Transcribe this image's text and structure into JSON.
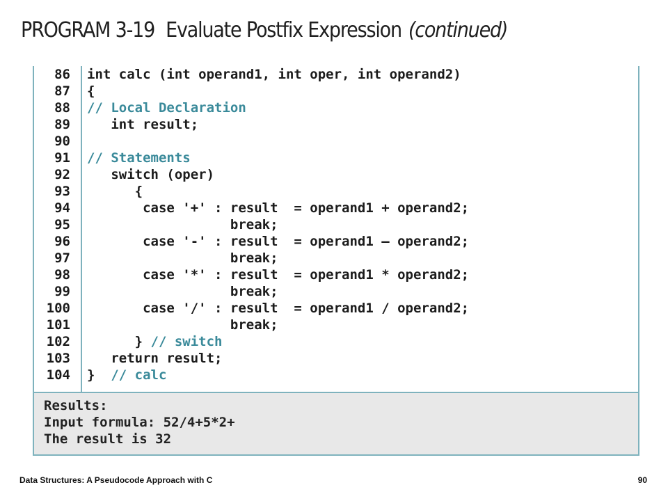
{
  "header": {
    "label": "PROGRAM 3-19",
    "title": "Evaluate Postfix Expression",
    "continued": "(continued)"
  },
  "code_lines": [
    {
      "num": "86",
      "code": "int calc (int operand1, int oper, int operand2)",
      "comment": ""
    },
    {
      "num": "87",
      "code": "{",
      "comment": ""
    },
    {
      "num": "88",
      "code": "",
      "comment": "// Local Declaration"
    },
    {
      "num": "89",
      "code": "   int result;",
      "comment": ""
    },
    {
      "num": "90",
      "code": "",
      "comment": ""
    },
    {
      "num": "91",
      "code": "",
      "comment": "// Statements"
    },
    {
      "num": "92",
      "code": "   switch (oper)",
      "comment": ""
    },
    {
      "num": "93",
      "code": "      {",
      "comment": ""
    },
    {
      "num": "94",
      "code": "       case '+' : result  = operand1 + operand2;",
      "comment": ""
    },
    {
      "num": "95",
      "code": "                  break;",
      "comment": ""
    },
    {
      "num": "96",
      "code": "       case '-' : result  = operand1 – operand2;",
      "comment": ""
    },
    {
      "num": "97",
      "code": "                  break;",
      "comment": ""
    },
    {
      "num": "98",
      "code": "       case '*' : result  = operand1 * operand2;",
      "comment": ""
    },
    {
      "num": "99",
      "code": "                  break;",
      "comment": ""
    },
    {
      "num": "100",
      "code": "       case '/' : result  = operand1 / operand2;",
      "comment": ""
    },
    {
      "num": "101",
      "code": "                  break;",
      "comment": ""
    },
    {
      "num": "102",
      "code": "      } ",
      "comment": "// switch"
    },
    {
      "num": "103",
      "code": "   return result;",
      "comment": ""
    },
    {
      "num": "104",
      "code": "}  ",
      "comment": "// calc"
    }
  ],
  "results": [
    "Results:",
    "Input formula: 52/4+5*2+",
    "The result is 32"
  ],
  "footer": {
    "book": "Data Structures: A Pseudocode Approach with C",
    "page": "90"
  },
  "colors": {
    "comment": "#3a8a9a",
    "rule": "#7eb2bd",
    "results_bg": "#e8e8e8"
  }
}
